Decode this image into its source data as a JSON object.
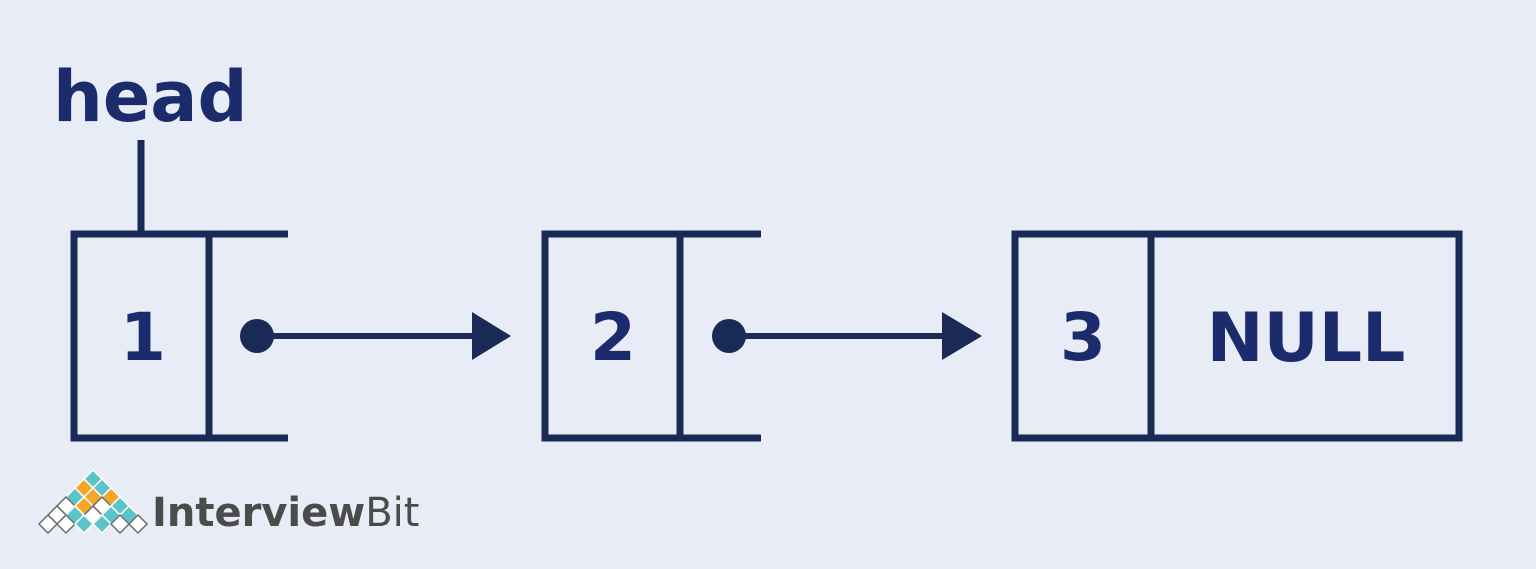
{
  "head": {
    "label": "head"
  },
  "nodes": [
    {
      "value": "1"
    },
    {
      "value": "2"
    },
    {
      "value": "3",
      "next": "NULL"
    }
  ],
  "brand": {
    "name_dark": "Interview",
    "name_light": "Bit"
  },
  "colors": {
    "background": "#e7ecf7",
    "ink": "#182a55",
    "text": "#1b2b6b",
    "logo_gray": "#4b4b4b",
    "logo_orange": "#f5a623",
    "logo_teal": "#5bc4c8"
  }
}
